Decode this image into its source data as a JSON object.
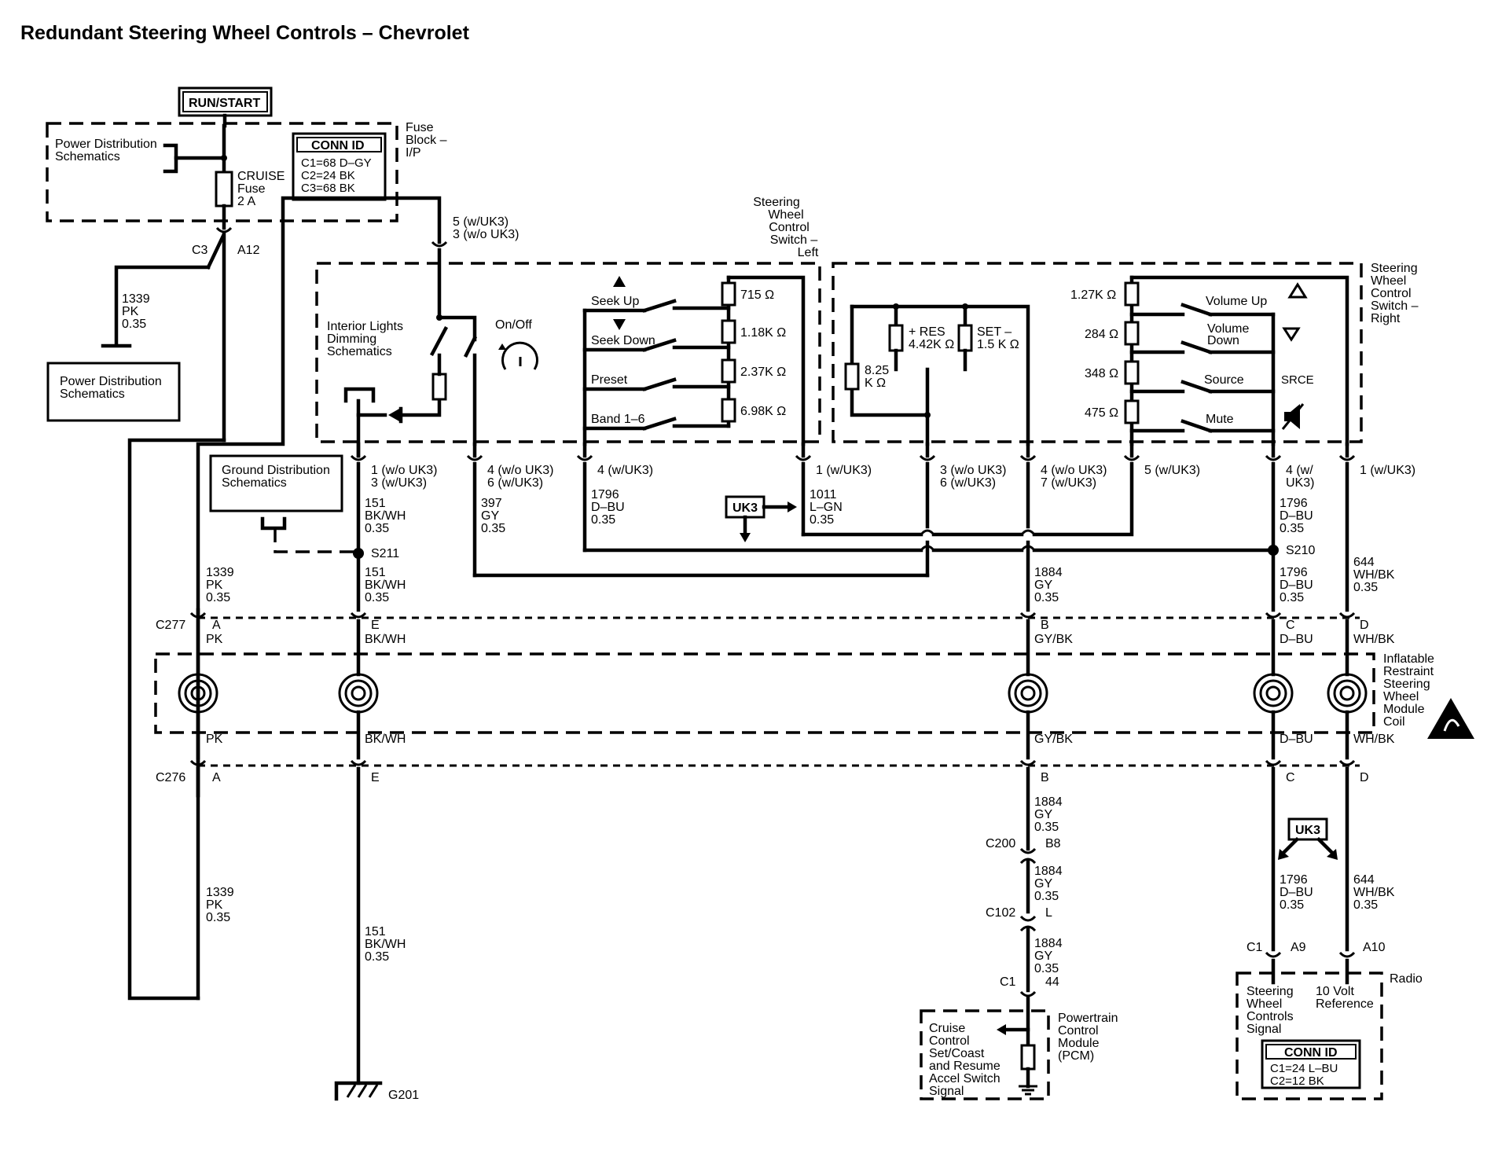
{
  "title": "Redundant Steering Wheel Controls – Chevrolet",
  "power": {
    "run_start": "RUN/START",
    "pds_1": "Power Distribution",
    "pds_2": "Schematics",
    "cruise": "CRUISE",
    "fuse": "Fuse",
    "amp": "2 A",
    "fb_1": "Fuse",
    "fb_2": "Block –",
    "fb_3": "I/P",
    "conn_id": "CONN ID",
    "conn_1": "C1=68 D–GY",
    "conn_2": "C2=24 BK",
    "conn_3": "C3=68 BK",
    "c3": "C3",
    "a12": "A12",
    "w1339_1": "1339",
    "w1339_2": "PK",
    "w1339_3": "0.35",
    "pds2_1": "Power Distribution",
    "pds2_2": "Schematics"
  },
  "left_switch": {
    "title_1": "Steering",
    "title_2": "Wheel",
    "title_3": "Control",
    "title_4": "Switch –",
    "title_5": "Left",
    "pin_top_1": "5 (w/UK3)",
    "pin_top_2": "3 (w/o UK3)",
    "il_1": "Interior Lights",
    "il_2": "Dimming",
    "il_3": "Schematics",
    "onoff": "On/Off",
    "seek_up": "Seek Up",
    "seek_down": "Seek Down",
    "preset": "Preset",
    "band": "Band 1–6",
    "r715": "715 Ω",
    "r118": "1.18K Ω",
    "r237": "2.37K Ω",
    "r698": "6.98K Ω",
    "res": "+ RES",
    "res_v": "4.42K Ω",
    "set": "SET –",
    "set_v": "1.5 K Ω",
    "r825_1": "8.25",
    "r825_2": "K Ω"
  },
  "right_switch": {
    "title_1": "Steering",
    "title_2": "Wheel",
    "title_3": "Control",
    "title_4": "Switch –",
    "title_5": "Right",
    "r127": "1.27K Ω",
    "r284": "284 Ω",
    "r348": "348 Ω",
    "r475": "475 Ω",
    "vol_up": "Volume Up",
    "vol_down_1": "Volume",
    "vol_down_2": "Down",
    "source": "Source",
    "srce": "SRCE",
    "mute": "Mute"
  },
  "pins": {
    "p1_a": "1 (w/o UK3)",
    "p1_b": "3 (w/UK3)",
    "p4_a": "4 (w/o UK3)",
    "p4_b": "6 (w/UK3)",
    "p4uk": "4 (w/UK3)",
    "p1uk": "1 (w/UK3)",
    "p3_a": "3 (w/o UK3)",
    "p3_b": "6 (w/UK3)",
    "p4b_a": "4 (w/o UK3)",
    "p4b_b": "7 (w/UK3)",
    "p5uk": "5 (w/UK3)",
    "p4w_a": "4 (w/",
    "p4w_b": "UK3)",
    "p1uk_r": "1 (w/UK3)"
  },
  "wires": {
    "w151_a": "151",
    "w151_b": "BK/WH",
    "w151_c": "0.35",
    "w397_a": "397",
    "w397_b": "GY",
    "w397_c": "0.35",
    "w1796_a": "1796",
    "w1796_b": "D–BU",
    "w1796_c": "0.35",
    "w1011_a": "1011",
    "w1011_b": "L–GN",
    "w1011_c": "0.35",
    "w1796r_a": "1796",
    "w1796r_b": "D–BU",
    "w1796r_c": "0.35",
    "uk3": "UK3",
    "s211": "S211",
    "s210": "S210",
    "gds_1": "Ground Distribution",
    "gds_2": "Schematics",
    "l1339_a": "1339",
    "l1339_b": "PK",
    "l1339_c": "0.35",
    "l151_a": "151",
    "l151_b": "BK/WH",
    "l151_c": "0.35",
    "l1884_a": "1884",
    "l1884_b": "GY",
    "l1884_c": "0.35",
    "l1796_a": "1796",
    "l1796_b": "D–BU",
    "l1796_c": "0.35",
    "l644_a": "644",
    "l644_b": "WH/BK",
    "l644_c": "0.35"
  },
  "coil": {
    "c277": "C277",
    "c276": "C276",
    "a": "A",
    "e": "E",
    "b": "B",
    "c": "C",
    "d": "D",
    "pk": "PK",
    "bkwh": "BK/WH",
    "gybk": "GY/BK",
    "dbu": "D–BU",
    "whbk": "WH/BK",
    "label_1": "Inflatable",
    "label_2": "Restraint",
    "label_3": "Steering",
    "label_4": "Wheel",
    "label_5": "Module",
    "label_6": "Coil"
  },
  "lower": {
    "w1339_a": "1339",
    "w1339_b": "PK",
    "w1339_c": "0.35",
    "w151_a": "151",
    "w151_b": "BK/WH",
    "w151_c": "0.35",
    "g201": "G201",
    "w1884a_a": "1884",
    "w1884a_b": "GY",
    "w1884a_c": "0.35",
    "c200": "C200",
    "b8": "B8",
    "w1884b_a": "1884",
    "w1884b_b": "GY",
    "w1884b_c": "0.35",
    "c102": "C102",
    "l": "L",
    "w1884c_a": "1884",
    "w1884c_b": "GY",
    "w1884c_c": "0.35",
    "c1": "C1",
    "p44": "44",
    "pcm_1": "Powertrain",
    "pcm_2": "Control",
    "pcm_3": "Module",
    "pcm_4": "(PCM)",
    "cc_1": "Cruise",
    "cc_2": "Control",
    "cc_3": "Set/Coast",
    "cc_4": "and Resume",
    "cc_5": "Accel Switch",
    "cc_6": "Signal",
    "uk3": "UK3",
    "w1796_a": "1796",
    "w1796_b": "D–BU",
    "w1796_c": "0.35",
    "w644_a": "644",
    "w644_b": "WH/BK",
    "w644_c": "0.35",
    "rc1": "C1",
    "a9": "A9",
    "a10": "A10",
    "radio": "Radio",
    "swc_1": "Steering",
    "swc_2": "Wheel",
    "swc_3": "Controls",
    "swc_4": "Signal",
    "ref_1": "10 Volt",
    "ref_2": "Reference",
    "conn_id": "CONN ID",
    "conn_1": "C1=24 L–BU",
    "conn_2": "C2=12 BK"
  }
}
